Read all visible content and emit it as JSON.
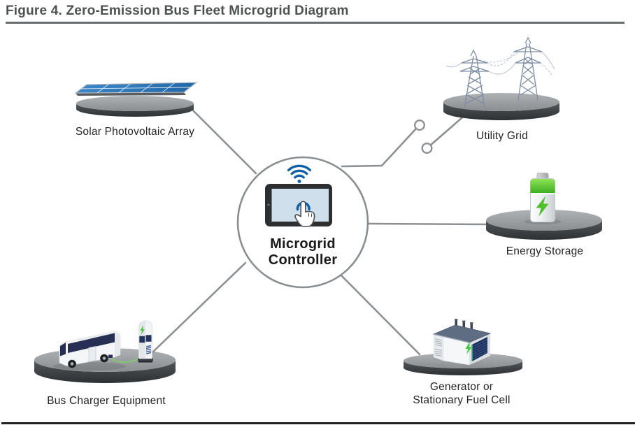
{
  "figure": {
    "title": "Figure 4. Zero-Emission Bus Fleet Microgrid Diagram"
  },
  "controller": {
    "lines": [
      "Microgrid",
      "Controller"
    ],
    "icon": "tablet-touch-with-wifi"
  },
  "nodes": {
    "solar": {
      "label": "Solar Photovoltaic Array",
      "icon": "solar-panel-on-platform"
    },
    "utility": {
      "label": "Utility Grid",
      "icon": "transmission-towers-on-platform",
      "switch_state": "open"
    },
    "storage": {
      "label": "Energy Storage",
      "icon": "battery-on-platform"
    },
    "generator": {
      "lines": [
        "Generator or",
        "Stationary Fuel Cell"
      ],
      "icon": "generator-box-on-platform"
    },
    "bus": {
      "label": "Bus Charger Equipment",
      "icon": "electric-bus-and-charger-on-platform"
    }
  },
  "colors": {
    "accent_blue": "#1360a8",
    "energy_green": "#4cc12b",
    "navy_window": "#272f55",
    "line_gray": "#8d9093",
    "title_gray": "#4c534f",
    "platform_gray": "#909497",
    "panel_blue": "#2f7cc2"
  }
}
